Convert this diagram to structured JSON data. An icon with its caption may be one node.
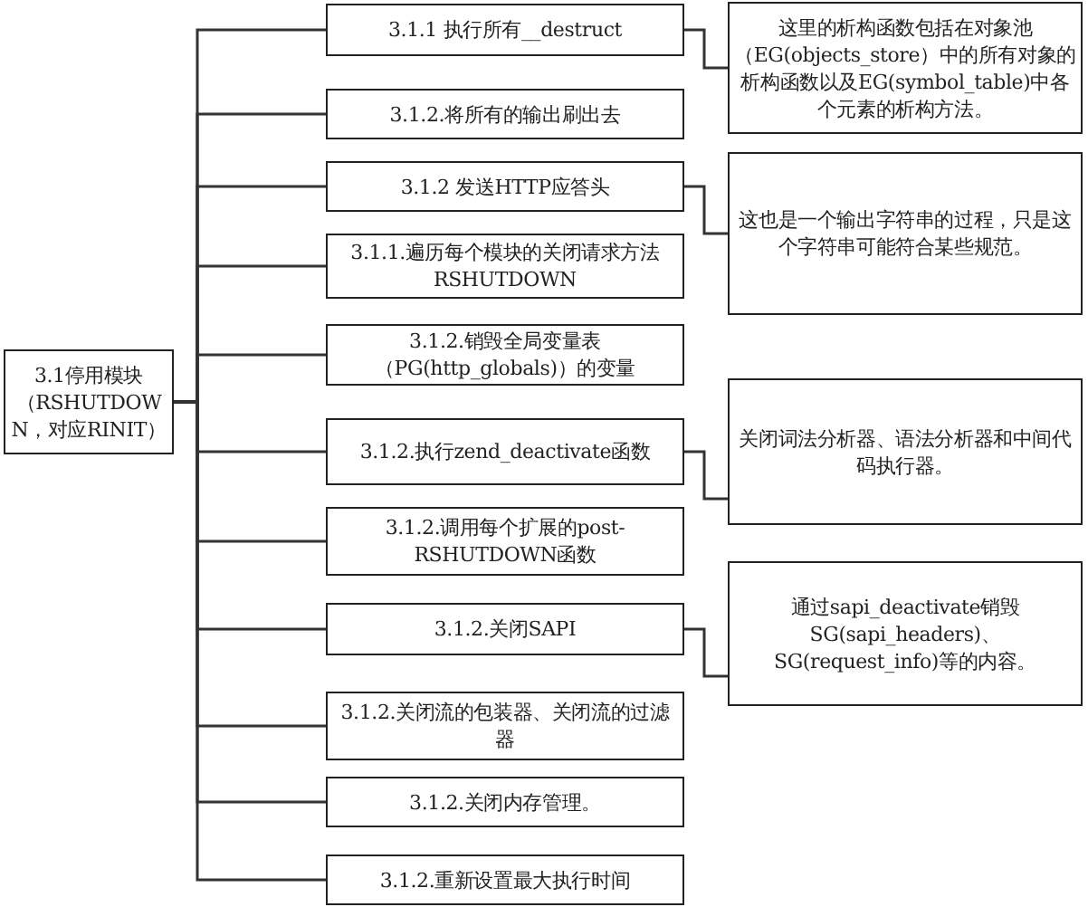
{
  "diagram": {
    "nodes": [
      {
        "text": [
          "3.1停用模块（RSHUTDOWN，对应RINIT）"
        ]
      },
      {
        "text": [
          "3.1.1 执行所有__destruct"
        ]
      },
      {
        "text": [
          "3.1.2.将所有的输出刷出去"
        ]
      },
      {
        "text": [
          "3.1.2 发送HTTP应答头"
        ]
      },
      {
        "text": [
          "3.1.1.遍历每个模块的关闭请求方法RSHUTDOWN"
        ]
      },
      {
        "text": [
          "3.1.2.销毁全局变量表（PG(http_globals)）的变量"
        ]
      },
      {
        "text": [
          "3.1.2.执行zend_deactivate函数"
        ]
      },
      {
        "text": [
          "3.1.2.调用每个扩展的post-RSHUTDOWN函数"
        ]
      },
      {
        "text": [
          "3.1.2.关闭SAPI"
        ]
      },
      {
        "text": [
          "3.1.2.关闭流的包装器、关闭流的过滤器"
        ]
      },
      {
        "text": [
          "3.1.2.关闭内存管理。"
        ]
      },
      {
        "text": [
          "3.1.2.重新设置最大执行时间"
        ]
      },
      {
        "text": [
          "这里的析构函数包括在对象池（EG(objects_store）中的所有对象的析构函数以及EG(symbol_table)中各个元素的析构方法。"
        ]
      },
      {
        "text": [
          "这也是一个输出字符串的过程，只是这个字符串可能符合某些规范。"
        ]
      },
      {
        "text": [
          "关闭词法分析器、语法分析器和中间代码执行器。"
        ]
      },
      {
        "text": [
          "通过sapi_deactivate销毁SG(sapi_headers)、SG(request_info)等的内容。"
        ]
      }
    ],
    "edges": [
      {
        "from": 0,
        "to": 1,
        "arrow": "none"
      },
      {
        "from": 0,
        "to": 2,
        "arrow": "none"
      },
      {
        "from": 0,
        "to": 3,
        "arrow": "none"
      },
      {
        "from": 0,
        "to": 4,
        "arrow": "none"
      },
      {
        "from": 0,
        "to": 5,
        "arrow": "none"
      },
      {
        "from": 0,
        "to": 6,
        "arrow": "none"
      },
      {
        "from": 0,
        "to": 7,
        "arrow": "none"
      },
      {
        "from": 0,
        "to": 8,
        "arrow": "none"
      },
      {
        "from": 0,
        "to": 9,
        "arrow": "none"
      },
      {
        "from": 0,
        "to": 10,
        "arrow": "none"
      },
      {
        "from": 0,
        "to": 11,
        "arrow": "none"
      },
      {
        "from": 1,
        "to": 12,
        "arrow": "none"
      },
      {
        "from": 3,
        "to": 13,
        "arrow": "none"
      },
      {
        "from": 6,
        "to": 14,
        "arrow": "none"
      },
      {
        "from": 8,
        "to": 15,
        "arrow": "none"
      }
    ]
  }
}
